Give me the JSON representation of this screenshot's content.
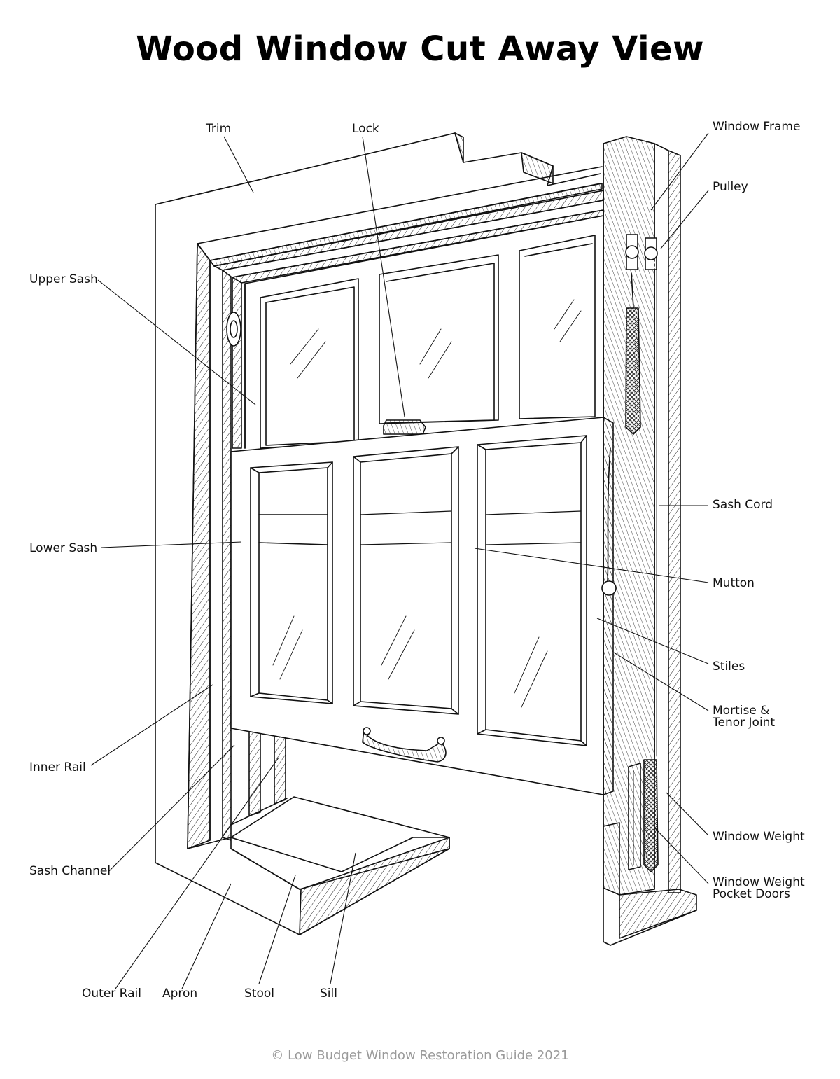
{
  "title": "Wood Window Cut Away View",
  "labels": {
    "trim": "Trim",
    "lock": "Lock",
    "window_frame": "Window Frame",
    "pulley": "Pulley",
    "upper_sash": "Upper Sash",
    "sash_cord": "Sash Cord",
    "lower_sash": "Lower Sash",
    "mutton": "Mutton",
    "stiles": "Stiles",
    "mortise_line1": "Mortise &",
    "mortise_line2": "Tenor Joint",
    "inner_rail": "Inner Rail",
    "window_weight": "Window Weight",
    "sash_channel": "Sash Channel",
    "weight_pocket_line1": "Window Weight",
    "weight_pocket_line2": "Pocket Doors",
    "outer_rail": "Outer Rail",
    "apron": "Apron",
    "stool": "Stool",
    "sill": "Sill"
  },
  "footer": "© Low Budget Window Restoration Guide 2021",
  "colors": {
    "ink": "#111111",
    "footer": "#9a9a9a",
    "background": "#ffffff"
  }
}
